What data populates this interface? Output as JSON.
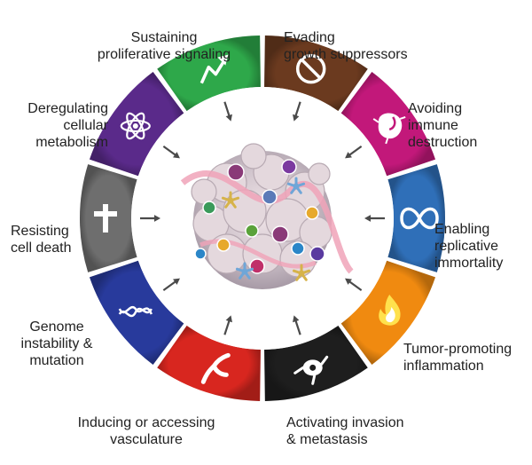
{
  "hallmarks": [
    {
      "id": "sustaining",
      "lines": [
        "Sustaining",
        "proliferative signaling"
      ],
      "color": "#2ea84a",
      "icon": "arrow-up-right-icon"
    },
    {
      "id": "evading",
      "lines": [
        "Evading",
        "growth suppressors"
      ],
      "color": "#6b3a1f",
      "icon": "no-entry-icon"
    },
    {
      "id": "immune",
      "lines": [
        "Avoiding",
        "immune",
        "destruction"
      ],
      "color": "#c2187a",
      "icon": "immune-cell-icon"
    },
    {
      "id": "immortality",
      "lines": [
        "Enabling",
        "replicative",
        "immortality"
      ],
      "color": "#2f6fb8",
      "icon": "infinity-icon"
    },
    {
      "id": "inflammation",
      "lines": [
        "Tumor-promoting",
        "inflammation"
      ],
      "color": "#f08a10",
      "icon": "flame-icon"
    },
    {
      "id": "invasion",
      "lines": [
        "Activating invasion",
        "& metastasis"
      ],
      "color": "#1e1e1e",
      "icon": "metastasis-cell-icon"
    },
    {
      "id": "vasculature",
      "lines": [
        "Inducing or accessing",
        "vasculature"
      ],
      "color": "#d8261f",
      "icon": "branching-vessel-icon"
    },
    {
      "id": "genome",
      "lines": [
        "Genome",
        "instability &",
        "mutation"
      ],
      "color": "#283a9c",
      "icon": "dna-strand-icon"
    },
    {
      "id": "celldeath",
      "lines": [
        "Resisting",
        "cell death"
      ],
      "color": "#6e6e6e",
      "icon": "cross-icon"
    },
    {
      "id": "metabolism",
      "lines": [
        "Deregulating",
        "cellular",
        "metabolism"
      ],
      "color": "#5a2a8a",
      "icon": "atom-icon"
    }
  ]
}
